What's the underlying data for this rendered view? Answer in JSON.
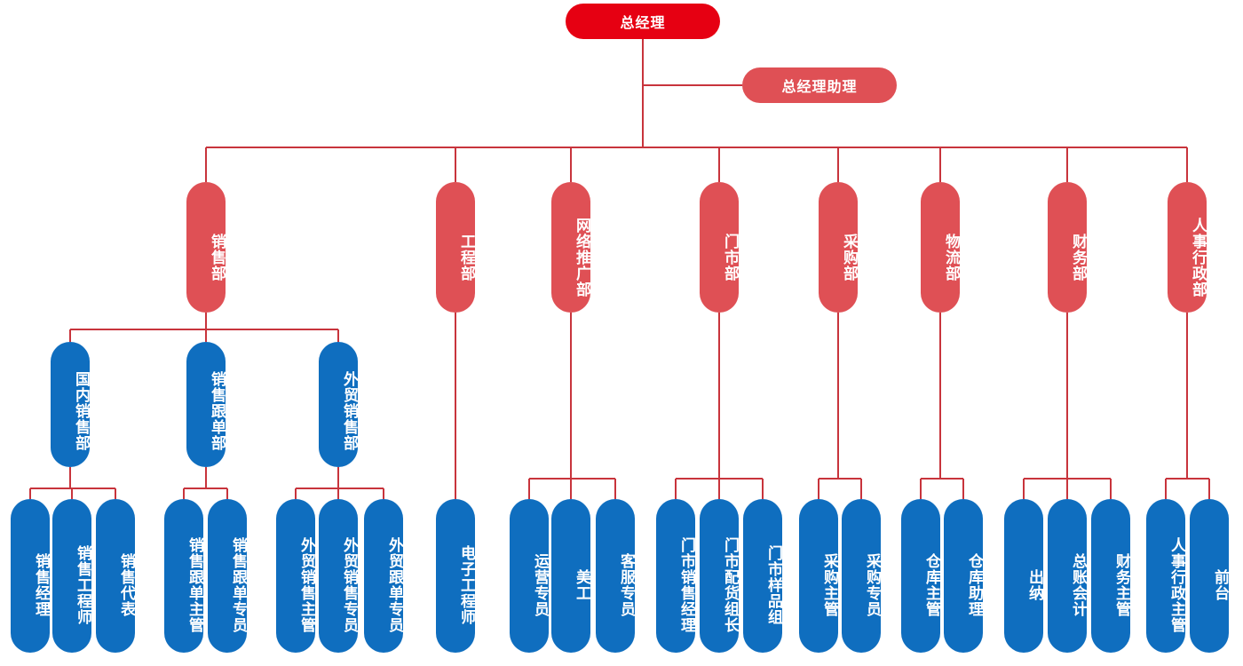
{
  "org": {
    "ceo": "总经理",
    "assistant": "总经理助理",
    "departments": [
      {
        "name": "销售部",
        "subdepartments": [
          {
            "name": "国内销售部",
            "roles": [
              "销售经理",
              "销售工程师",
              "销售代表"
            ]
          },
          {
            "name": "销售跟单部",
            "roles": [
              "销售跟单主管",
              "销售跟单专员"
            ]
          },
          {
            "name": "外贸销售部",
            "roles": [
              "外贸销售主管",
              "外贸销售专员",
              "外贸跟单专员"
            ]
          }
        ]
      },
      {
        "name": "工程部",
        "roles": [
          "电子工程师"
        ]
      },
      {
        "name": "网络推广部",
        "roles": [
          "运营专员",
          "美工",
          "客服专员"
        ]
      },
      {
        "name": "门市部",
        "roles": [
          "门市销售经理",
          "门市配货组长",
          "门市样品组"
        ]
      },
      {
        "name": "采购部",
        "roles": [
          "采购主管",
          "采购专员"
        ]
      },
      {
        "name": "物流部",
        "roles": [
          "仓库主管",
          "仓库助理"
        ]
      },
      {
        "name": "财务部",
        "roles": [
          "出纳",
          "总账会计",
          "财务主管"
        ]
      },
      {
        "name": "人事行政部",
        "roles": [
          "人事行政主管",
          "前台"
        ]
      }
    ]
  },
  "colors": {
    "top": "#e60012",
    "dept": "#df5055",
    "leaf": "#0f6ebf",
    "line": "#c8343c"
  }
}
